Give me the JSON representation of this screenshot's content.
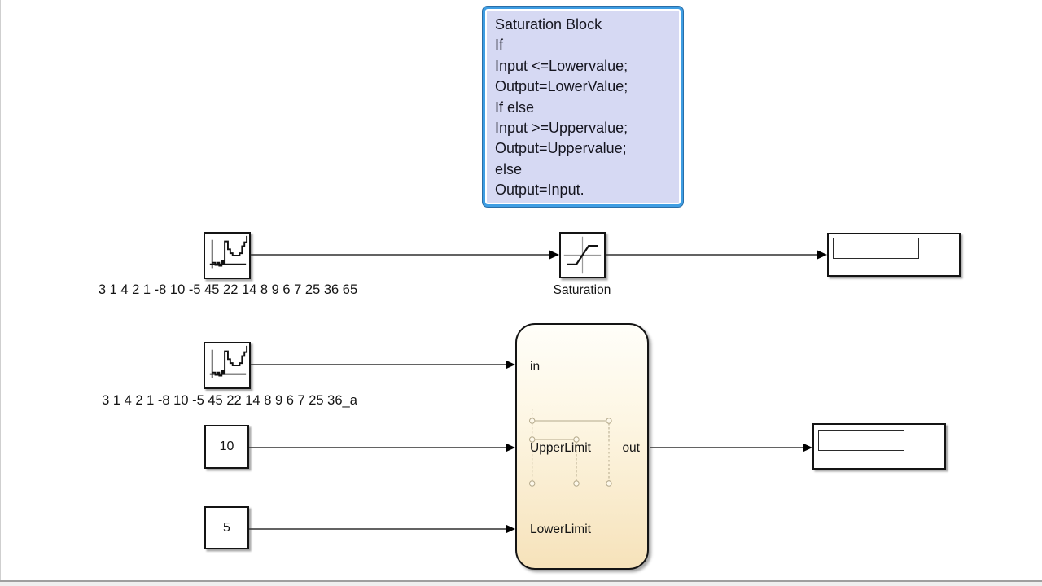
{
  "annotation": {
    "lines": [
      "Saturation Block",
      "If",
      "Input <=Lowervalue;",
      "Output=LowerValue;",
      "If else",
      "Input >=Uppervalue;",
      "Output=Uppervalue;",
      "else",
      "Output=Input."
    ]
  },
  "blocks": {
    "source_top": {
      "label": "3 1 4 2 1 -8 10 -5 45 22 14 8 9 6 7 25 36 65",
      "icon": "stair-signal-icon"
    },
    "source_bottom": {
      "label": "3 1 4 2 1 -8 10 -5 45 22 14 8 9 6 7 25 36_a",
      "icon": "stair-signal-icon"
    },
    "saturation": {
      "label": "Saturation",
      "icon": "saturation-curve-icon"
    },
    "constant_upper": {
      "value": "10"
    },
    "constant_lower": {
      "value": "5"
    },
    "subsystem": {
      "port_in": "in",
      "port_upper": "UpperLimit",
      "port_lower": "LowerLimit",
      "port_out": "out"
    },
    "display_top": {
      "value": ""
    },
    "display_bottom": {
      "value": ""
    }
  },
  "colors": {
    "annotation_border": "#3f9ee3",
    "annotation_fill": "#d6d9f3",
    "subsystem_fill_top": "#fffef9",
    "subsystem_fill_bottom": "#f6e2ba",
    "wire": "#4d4d4d",
    "ghost_wire": "#b4a98c"
  }
}
